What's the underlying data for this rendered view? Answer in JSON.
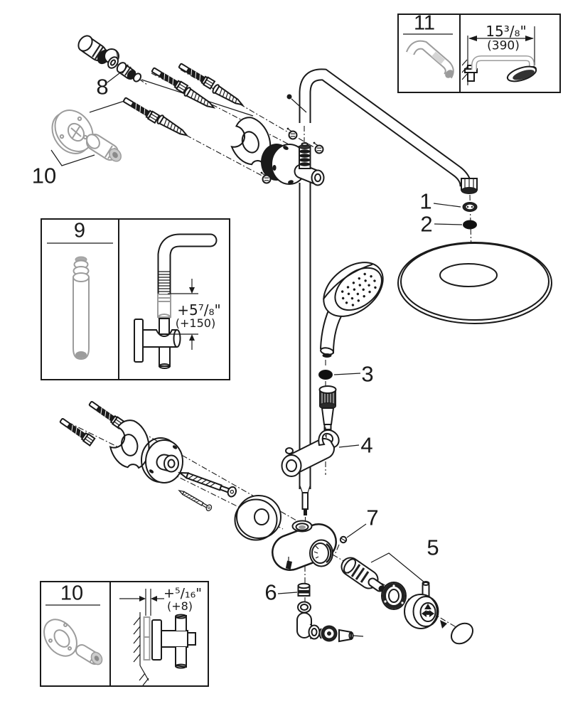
{
  "callouts": {
    "part1": "1",
    "part2": "2",
    "part3": "3",
    "part4": "4",
    "part5": "5",
    "part6": "6",
    "part7": "7",
    "part8": "8",
    "part10": "10"
  },
  "insets": {
    "box9": {
      "title": "9",
      "dimension_in": "+5⁷/₈\"",
      "dimension_mm": "(+150)"
    },
    "box10": {
      "title": "10",
      "dimension_in": "+⁵/₁₆\"",
      "dimension_mm": "(+8)"
    },
    "box11": {
      "title": "11",
      "dimension_in": "15³/₈\"",
      "dimension_mm": "(390)"
    }
  },
  "colors": {
    "line": "#1a1a1a",
    "secondary": "#9c9c9c",
    "background": "#ffffff"
  }
}
